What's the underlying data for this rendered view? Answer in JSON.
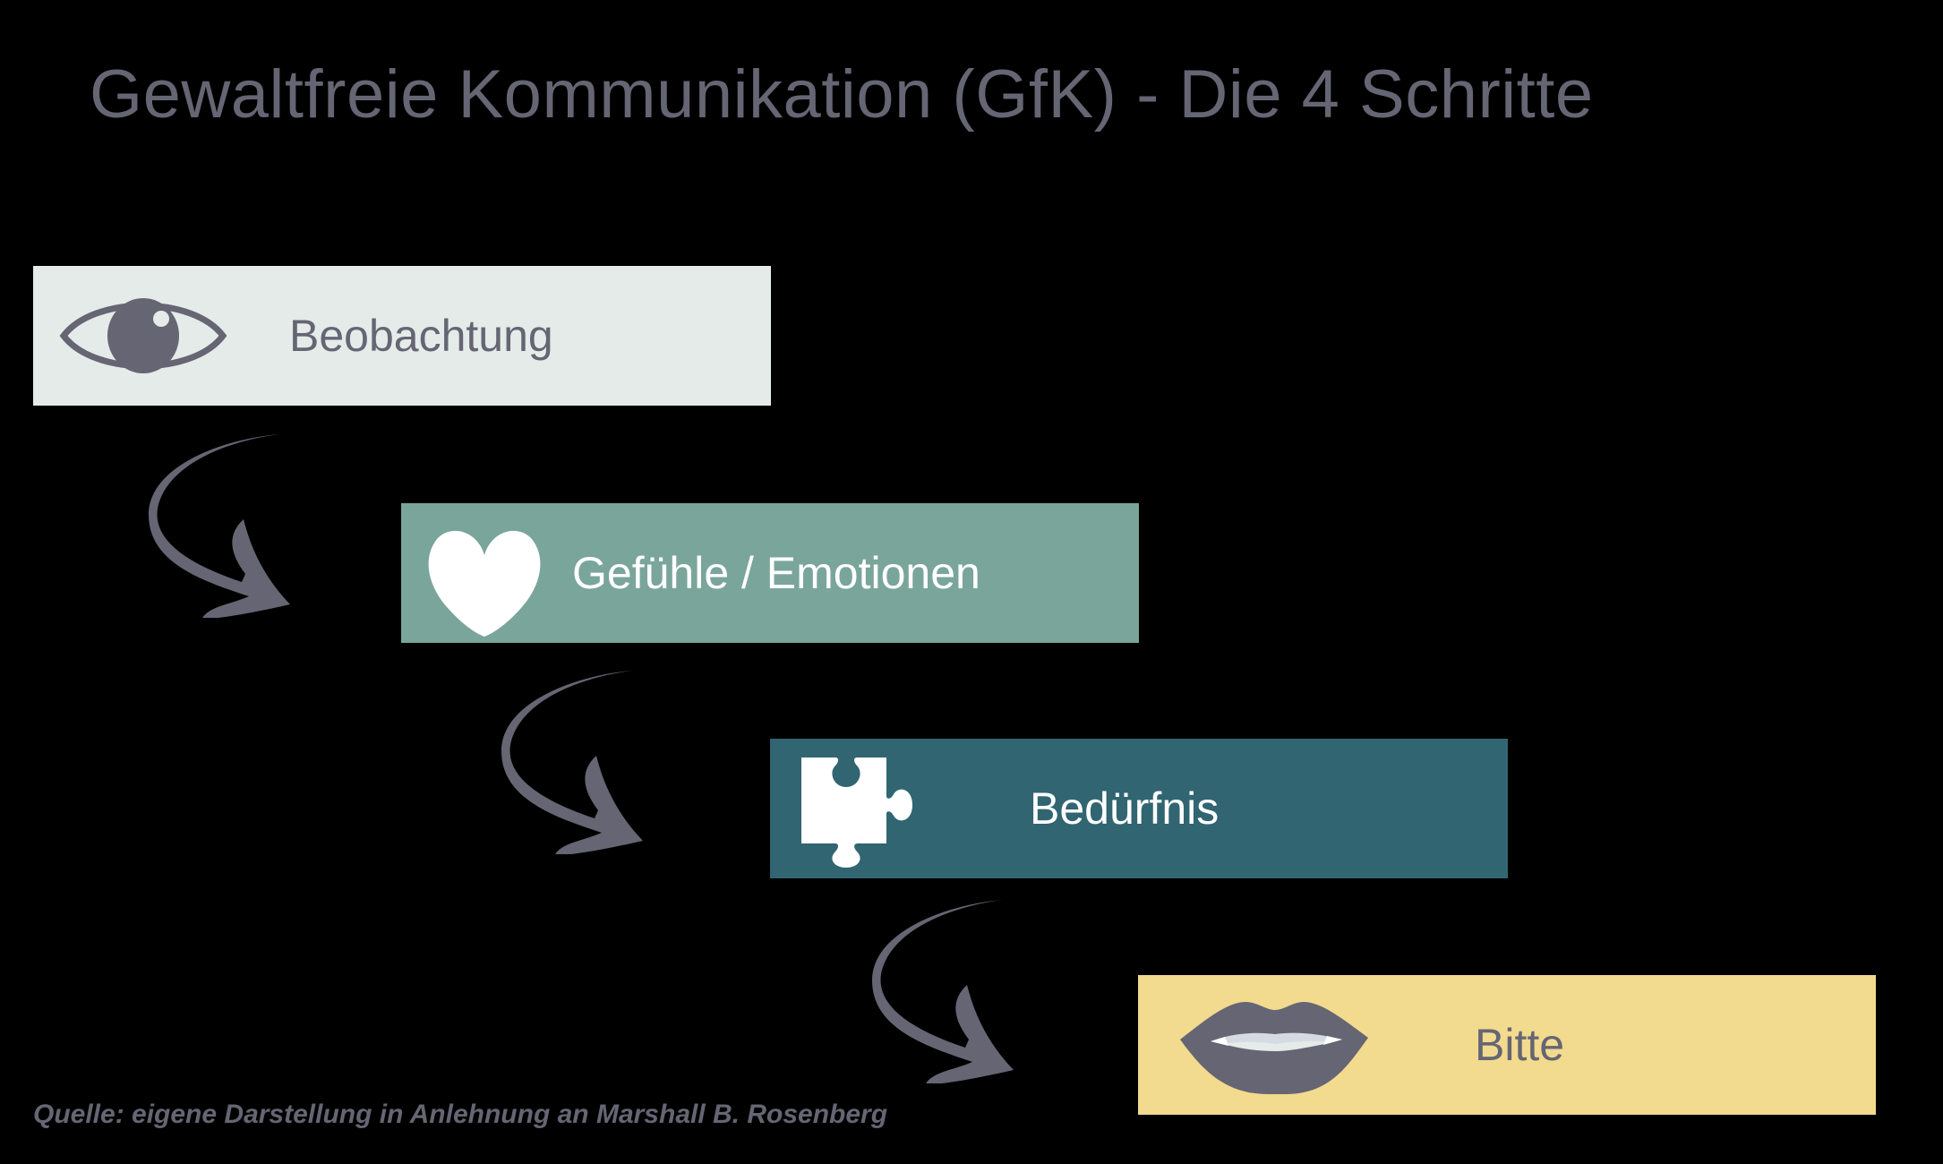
{
  "title": "Gewaltfreie Kommunikation (GfK) - Die 4 Schritte",
  "steps": [
    {
      "label": "Beobachtung",
      "icon": "eye-icon",
      "bg": "#E4EBE8",
      "fg": "#656573"
    },
    {
      "label": "Gefühle / Emotionen",
      "icon": "heart-icon",
      "bg": "#7AA59A",
      "fg": "#FFFFFF"
    },
    {
      "label": "Bedürfnis",
      "icon": "puzzle-piece-icon",
      "bg": "#316572",
      "fg": "#FFFFFF"
    },
    {
      "label": "Bitte",
      "icon": "lips-icon",
      "bg": "#F2DA8E",
      "fg": "#656573"
    }
  ],
  "arrows": [
    {
      "icon": "curved-arrow-icon",
      "from": "Beobachtung",
      "to": "Gefühle / Emotionen"
    },
    {
      "icon": "curved-arrow-icon",
      "from": "Gefühle / Emotionen",
      "to": "Bedürfnis"
    },
    {
      "icon": "curved-arrow-icon",
      "from": "Bedürfnis",
      "to": "Bitte"
    }
  ],
  "footer": "Quelle: eigene Darstellung in Anlehnung an Marshall B. Rosenberg",
  "colors": {
    "background": "#000000",
    "text_gray": "#656573",
    "arrow": "#656573"
  }
}
